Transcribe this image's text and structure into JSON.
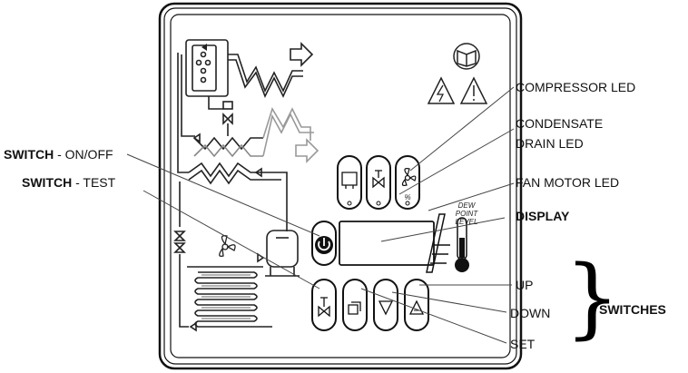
{
  "labels": {
    "compressor_led": "COMPRESSOR LED",
    "condensate_line1": "CONDENSATE",
    "condensate_line2": "DRAIN LED",
    "fan_motor_led": "FAN MOTOR LED",
    "display": "DISPLAY",
    "up": "UP",
    "down": "DOWN",
    "set": "SET",
    "switches": "SWITCHES",
    "switch_prefix": "SWITCH",
    "switch_onoff_suffix": " - ON/OFF",
    "switch_test_suffix": " - TEST"
  },
  "panel": {
    "dew_point_line1": "DEW POINT",
    "dew_point_line2": "LEVEL",
    "fan_percent": "%"
  },
  "icons": [
    "book-icon",
    "lightning-warning-icon",
    "exclamation-warning-icon",
    "compressor-icon",
    "drain-valve-icon",
    "fan-icon",
    "power-icon",
    "test-valve-icon",
    "set-icon",
    "down-arrow-icon",
    "up-arrow-icon",
    "thermometer-icon"
  ]
}
